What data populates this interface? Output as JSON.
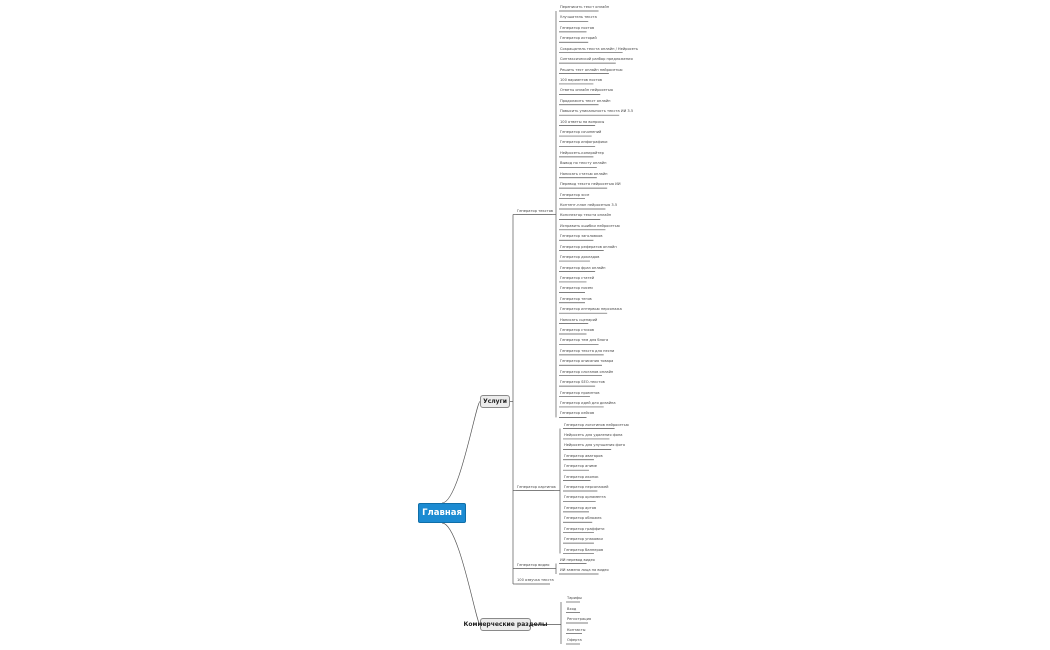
{
  "root": {
    "label": "Главная"
  },
  "branches": [
    {
      "label": "Услуги",
      "groups": [
        {
          "label": "Генератор текстов",
          "items": [
            "Переписать текст онлайн",
            "Улучшатель текста",
            "Генератор постов",
            "Генератор историй",
            "Сокращатель текста онлайн / Нейросеть",
            "Синтаксический разбор предложения",
            "Решить тест онлайн нейросетью",
            "100 вариантов постов",
            "Ответы онлайн нейросетью",
            "Продолжить текст онлайн",
            "Повысить уникальность текста ИИ 3.5",
            "100 ответы на вопросы",
            "Генератор сочинений",
            "Генератор инфографики",
            "Нейросеть-копирайтер",
            "Вывод по тексту онлайн",
            "Написать статью онлайн",
            "Перевод текста нейросетью ИИ",
            "Генератор эссе",
            "Контент-план нейросетью 3.5",
            "Конспектор текста онлайн",
            "Исправить ошибки нейросетью",
            "Генератор заголовков",
            "Генератор рефератов онлайн",
            "Генератор докладов",
            "Генератор фраз онлайн",
            "Генератор статей",
            "Генератор писем",
            "Генератор тегов",
            "Генератор интервью персонажа",
            "Написать сценарий",
            "Генератор стихов",
            "Генератор тем для блога",
            "Генератор текста для песни",
            "Генератор описания товара",
            "Генератор слоганов онлайн",
            "Генератор SEO-текстов",
            "Генератор промптов",
            "Генератор идей для дизайна",
            "Генератор кейсов"
          ]
        },
        {
          "label": "Генератор картинок",
          "items": [
            "Генератор логотипов нейросетью",
            "Нейросеть для удаления фона",
            "Нейросеть для улучшения фото",
            "Генератор аватаров",
            "Генератор аниме",
            "Генератор иконок",
            "Генератор персонажей",
            "Генератор орнамента",
            "Генератор артов",
            "Генератор обложек",
            "Генератор граффити",
            "Генератор упаковки",
            "Генератор баннеров"
          ]
        },
        {
          "label": "Генератор видео",
          "items": [
            "ИИ перевод видео",
            "ИИ замена лица на видео"
          ]
        },
        {
          "label": "100 озвучка текста",
          "items": []
        }
      ]
    },
    {
      "label": "Коммерческие разделы",
      "groups": [],
      "items": [
        "Тарифы",
        "Вход",
        "Регистрация",
        "Контакты",
        "Оферта"
      ]
    }
  ],
  "colors": {
    "root_fill": "#1c8bd2",
    "node_fill": "#ececec",
    "line": "#555555"
  }
}
